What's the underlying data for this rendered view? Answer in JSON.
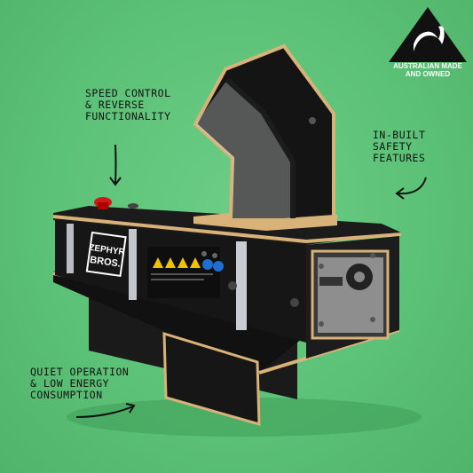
{
  "callouts": {
    "speed": "SPEED CONTROL\n& REVERSE\nFUNCTIONALITY",
    "safety": "IN-BUILT\nSAFETY\nFEATURES",
    "quiet": "QUIET OPERATION\n& LOW ENERGY\nCONSUMPTION"
  },
  "badge": {
    "line1": "AUSTRALIAN MADE",
    "line2": "AND OWNED"
  },
  "brand": {
    "line1": "ZEPHYR",
    "line2": "BROS."
  },
  "colors": {
    "background": "#5fc47a",
    "panel": "#141414",
    "plywood_edge": "#d9b27a",
    "warning": "#f2c200",
    "info": "#1e6fd0",
    "estop": "#d01818"
  }
}
